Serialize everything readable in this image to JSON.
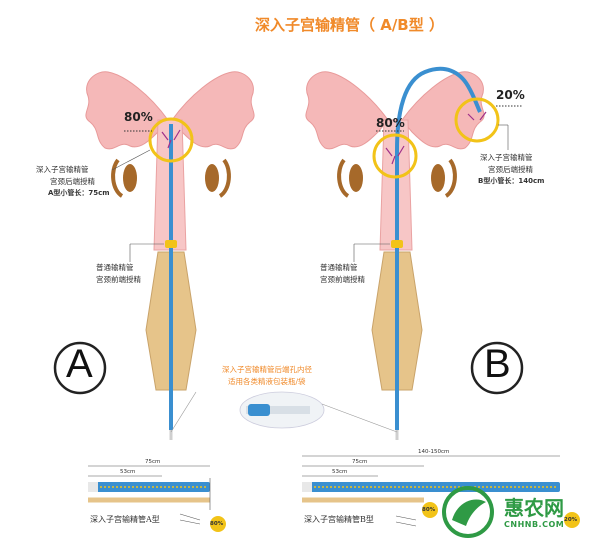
{
  "title": "深入子宫输精管（ A/B型 ）",
  "diagram_a": {
    "label": "A",
    "percent": "80%",
    "deep_line1": "深入子宫输精管",
    "deep_line2": "宫颈后端授精",
    "tube_length": "A型小管长：75cm",
    "normal_line1": "普通输精管",
    "normal_line2": "宫颈前端授精"
  },
  "diagram_b": {
    "label": "B",
    "percent_upper": "20%",
    "percent_lower": "80%",
    "deep_line1": "深入子宫输精管",
    "deep_line2": "宫颈后端授精",
    "tube_length": "B型小管长：140cm",
    "normal_line1": "普通输精管",
    "normal_line2": "宫颈前端授精"
  },
  "center_note": {
    "line1": "深入子宫输精管后端孔内径",
    "line2": "适用各类精液包装瓶/袋"
  },
  "bottom_a": {
    "dim_long": "75cm",
    "dim_short": "53cm",
    "caption": "深入子宫输精管A型",
    "badge": "80%"
  },
  "bottom_b": {
    "dim_longest": "140-150cm",
    "dim_long": "75cm",
    "dim_short": "53cm",
    "caption": "深入子宫输精管B型",
    "badge_mid": "80%",
    "badge_end": "20%"
  },
  "watermark": {
    "main": "惠农网",
    "sub": "CNHNB.COM"
  },
  "colors": {
    "title": "#f08a2a",
    "uterus": "#f5b8b8",
    "tube": "#3a8fd0",
    "catheter": "#e6c48a",
    "ring": "#f2c318",
    "ovary": "#a6692a",
    "watermark": "#2f9a45"
  }
}
